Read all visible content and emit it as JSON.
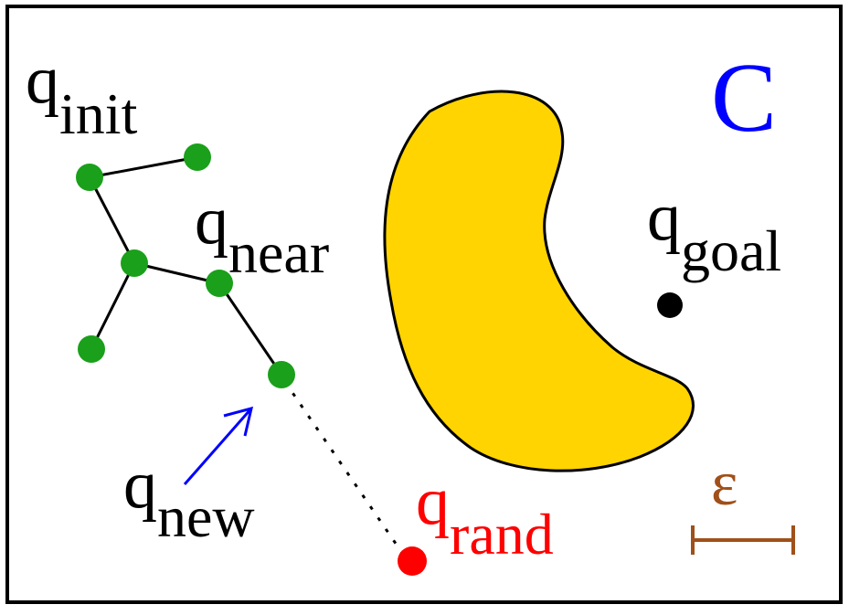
{
  "space_label": "C",
  "nodes": {
    "init": {
      "main": "q",
      "sub": "init"
    },
    "near": {
      "main": "q",
      "sub": "near"
    },
    "new": {
      "main": "q",
      "sub": "new"
    },
    "rand": {
      "main": "q",
      "sub": "rand"
    },
    "goal": {
      "main": "q",
      "sub": "goal"
    }
  },
  "step_label": "ε",
  "colors": {
    "tree_node": "#1aa01a",
    "tree_edge": "#000000",
    "obstacle_fill": "#ffd400",
    "obstacle_stroke": "#000000",
    "rand": "#ff0000",
    "goal": "#000000",
    "space_label": "#0000ff",
    "new_arrow": "#0000ff",
    "epsilon": "#a0501a"
  }
}
